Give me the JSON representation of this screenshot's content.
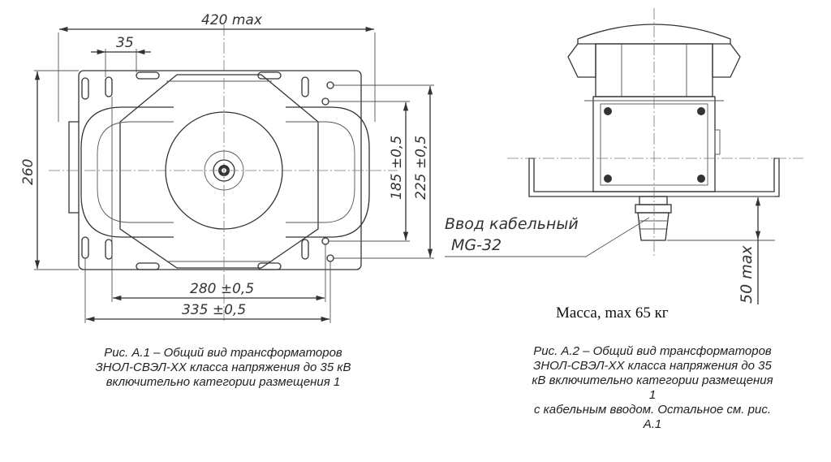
{
  "figure1": {
    "dims": {
      "width_max": "420 max",
      "foot": "35",
      "height": "260",
      "mount_v_inner": "185 ±0,5",
      "mount_v_outer": "225 ±0,5",
      "mount_h_inner": "280 ±0,5",
      "mount_h_outer": "335 ±0,5"
    },
    "caption": [
      "Рис. А.1 – Общий вид трансформаторов",
      "ЗНОЛ-СВЭЛ-ХХ класса напряжения до 35 кВ",
      "включительно категории размещения 1"
    ]
  },
  "figure2": {
    "cable_label": [
      "Ввод кабельный",
      "MG-32"
    ],
    "dim_gland": "50 max",
    "mass": "Масса, max 65 кг",
    "caption": [
      "Рис. А.2 – Общий вид трансформаторов",
      "ЗНОЛ-СВЭЛ-ХХ класса напряжения до 35",
      "кВ включительно категории размещения",
      "1",
      "с кабельным вводом. Остальное см. рис.",
      "А.1"
    ]
  }
}
